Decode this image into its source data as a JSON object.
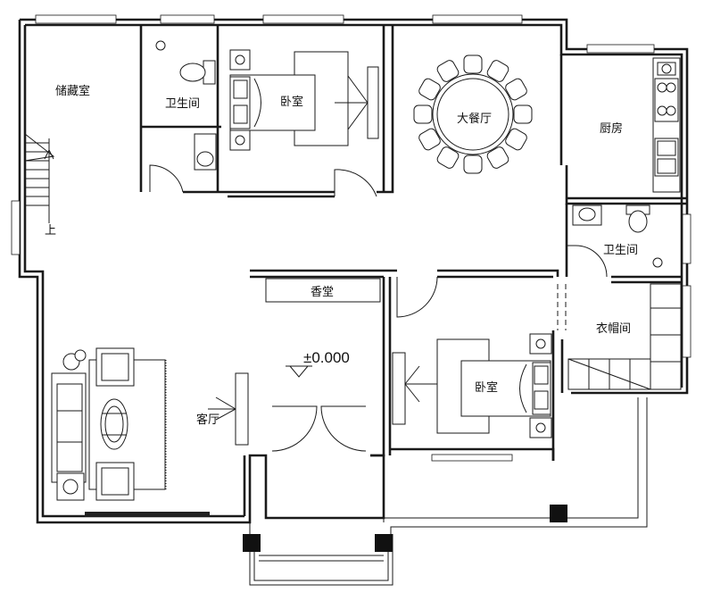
{
  "plan": {
    "rooms": {
      "storage": "储藏室",
      "bath_top": "卫生间",
      "bedroom_top": "卧室",
      "dining": "大餐厅",
      "kitchen": "厨房",
      "bath_right": "卫生间",
      "cloakroom": "衣帽间",
      "shrine": "香堂",
      "bedroom_bottom": "卧室",
      "living": "客厅"
    },
    "stair_label": "上",
    "elevation": "±0.000"
  }
}
